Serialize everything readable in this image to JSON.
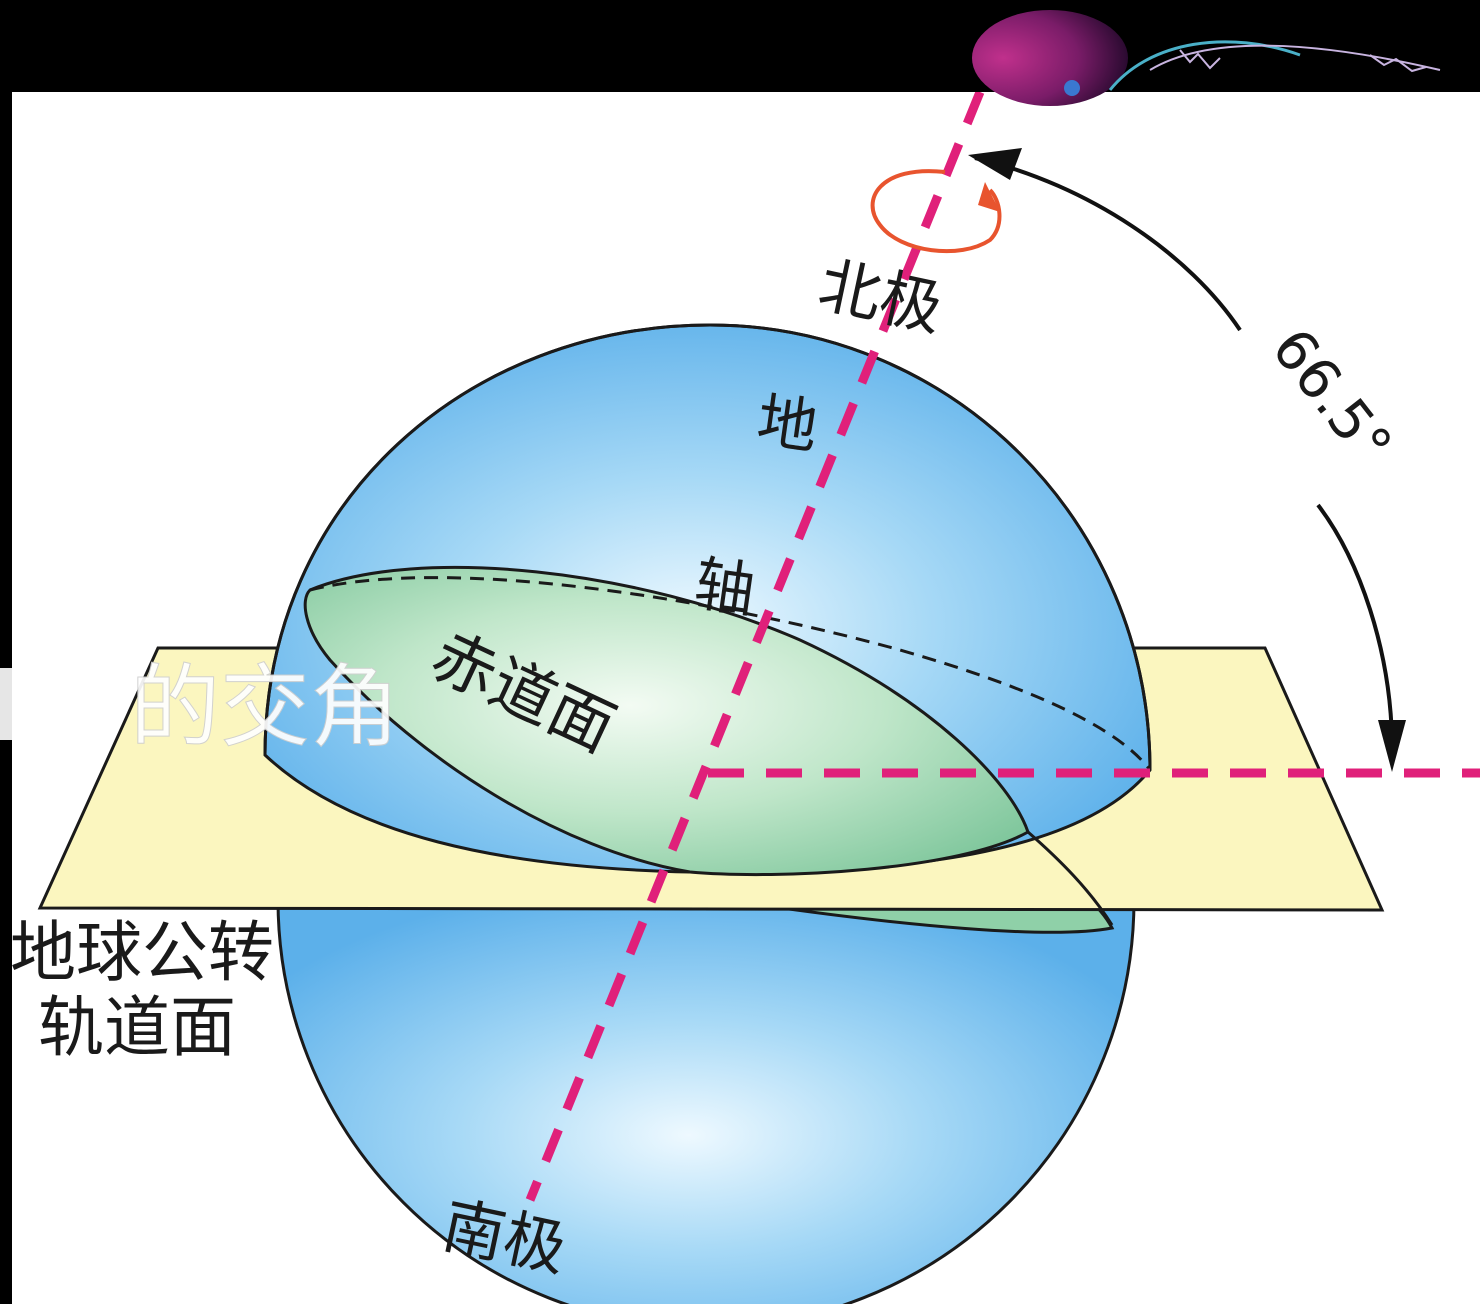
{
  "labels": {
    "north_pole": "北极",
    "axis_char_1": "地",
    "axis_char_2": "轴",
    "equator_plane": "赤道面",
    "orbit_plane_line1": "地球公转",
    "orbit_plane_line2": "轨道面",
    "south_pole": "南极",
    "angle": "66.5°",
    "overlay_caption": "的交角"
  },
  "colors": {
    "background": "#000000",
    "panel": "#ffffff",
    "globe": "#66b7ee",
    "globe_highlight": "#e8f6ff",
    "equator_plane": "#8fd0a8",
    "orbit_plane": "#fbf6bf",
    "axis": "#e0207a",
    "rotation_arrow": "#e8542e",
    "outline": "#1a1a1a"
  }
}
